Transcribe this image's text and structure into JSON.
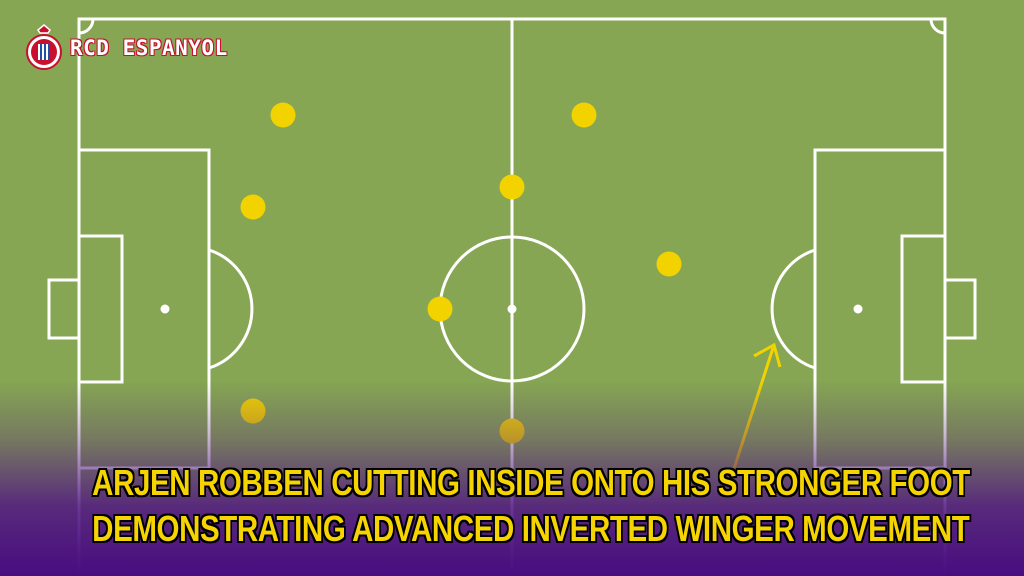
{
  "brand": {
    "name": "RCD ESPANYOL",
    "logo_icon": "espanyol-crest-icon",
    "brand_color": "#c8102e"
  },
  "caption": {
    "line1": "ARJEN ROBBEN CUTTING INSIDE ONTO HIS STRONGER FOOT",
    "line2": "DEMONSTRATING ADVANCED INVERTED WINGER MOVEMENT",
    "color": "#f5d400"
  },
  "colors": {
    "pitch": "#86a653",
    "lines": "#ffffff",
    "players": "#f2d300",
    "arrow": "#f2d300",
    "overlay": "#480c80"
  }
}
